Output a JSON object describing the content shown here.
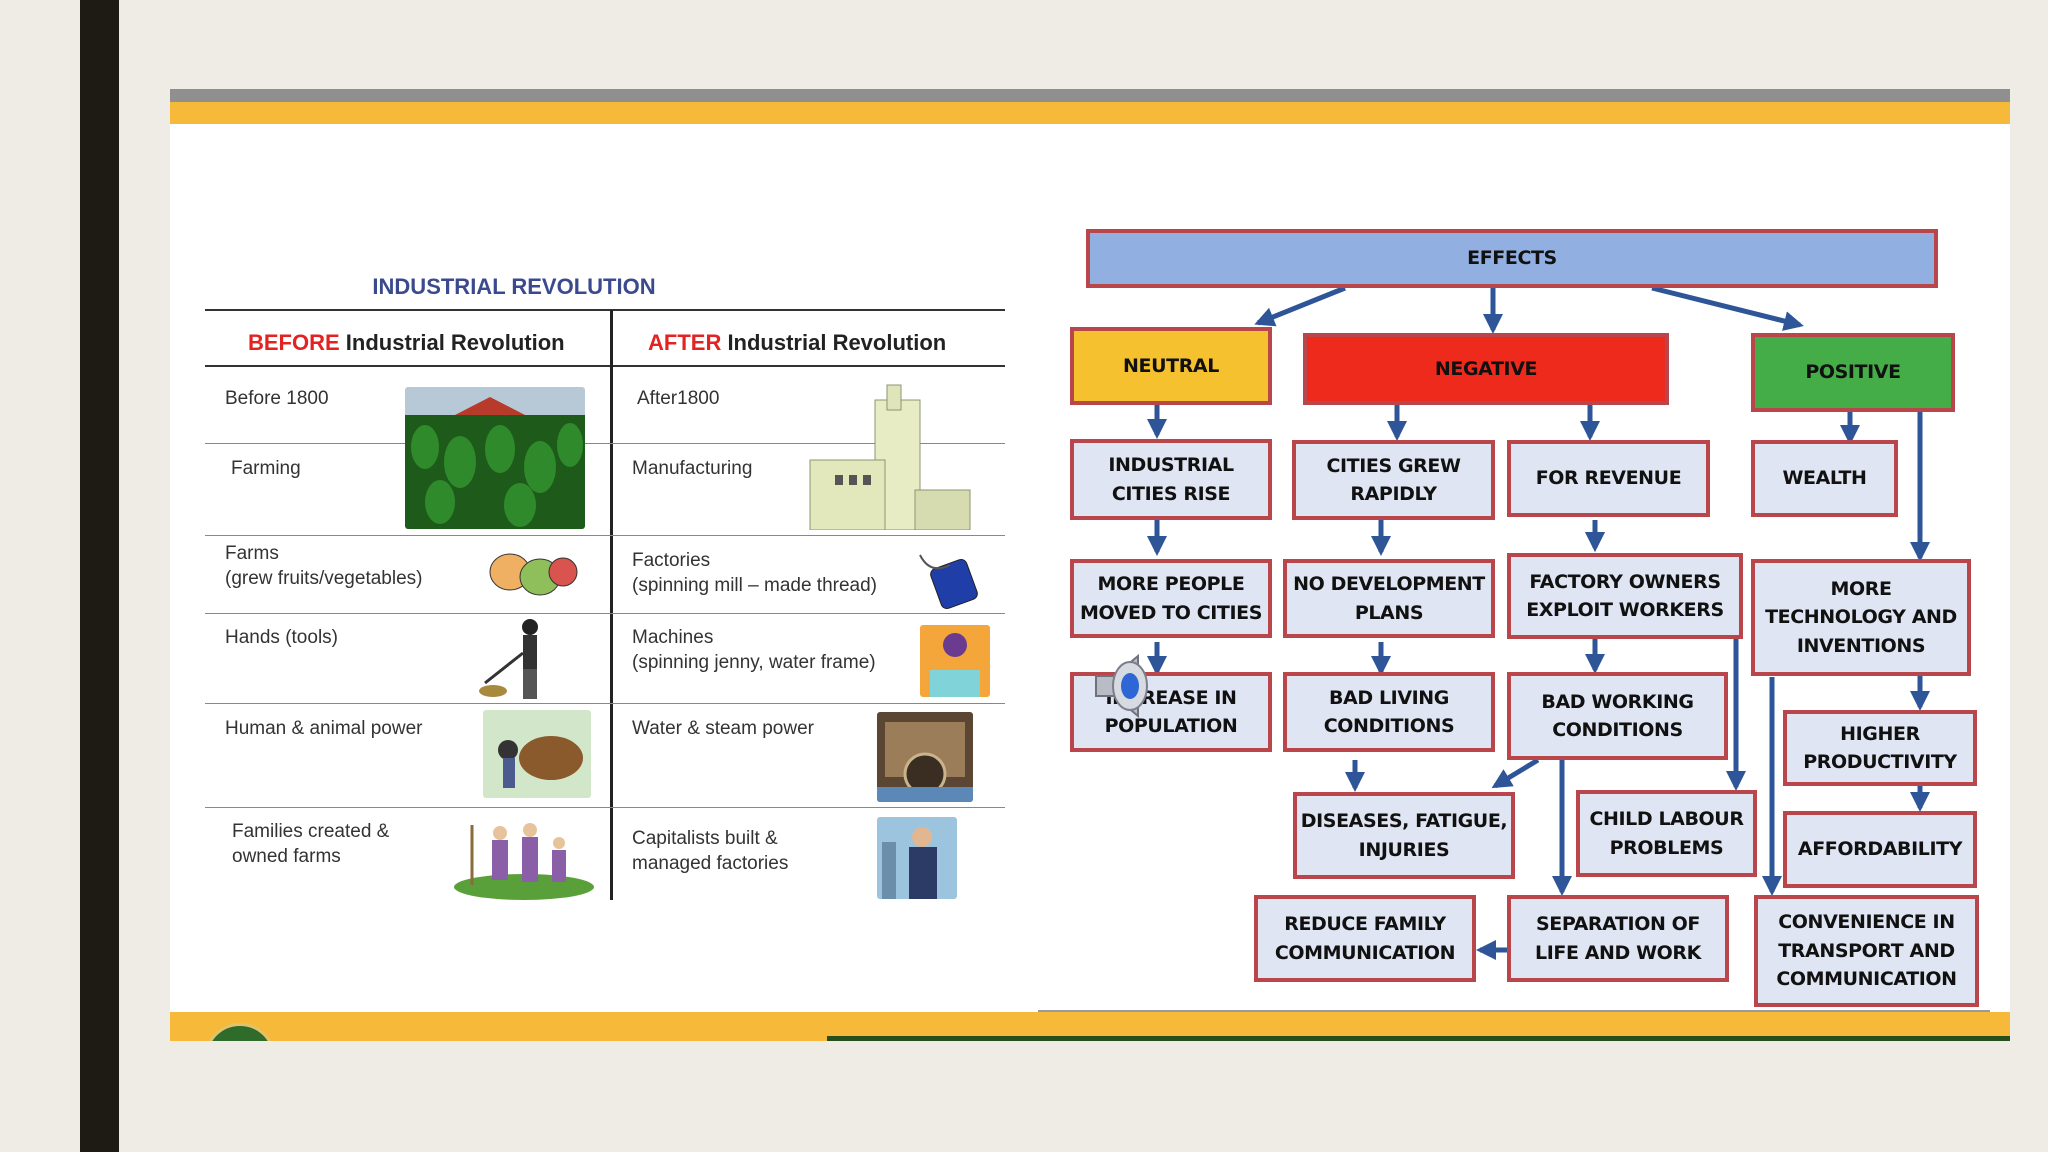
{
  "table": {
    "title": "INDUSTRIAL REVOLUTION",
    "before_header": {
      "emphasis": "BEFORE",
      "rest": " Industrial Revolution"
    },
    "after_header": {
      "emphasis": "AFTER",
      "rest": " Industrial Revolution"
    },
    "rows": [
      {
        "before": "Before 1800",
        "after": "After1800"
      },
      {
        "before": "Farming",
        "after": "Manufacturing"
      },
      {
        "before": "Farms\n(grew fruits/vegetables)",
        "after": "Factories\n(spinning mill – made thread)"
      },
      {
        "before": "Hands (tools)",
        "after": "Machines\n(spinning jenny, water frame)"
      },
      {
        "before": "Human & animal power",
        "after": "Water & steam power"
      },
      {
        "before": "Families created &\nowned farms",
        "after": "Capitalists built &\nmanaged factories"
      }
    ]
  },
  "diagram": {
    "effects": "EFFECTS",
    "neutral": "NEUTRAL",
    "negative": "NEGATIVE",
    "positive": "POSITIVE",
    "industrial_cities": "INDUSTRIAL\nCITIES RISE",
    "cities_grew": "CITIES GREW\nRAPIDLY",
    "for_revenue": "FOR REVENUE",
    "wealth": "WEALTH",
    "more_people": "MORE PEOPLE\nMOVED TO CITIES",
    "no_development": "NO DEVELOPMENT\nPLANS",
    "factory_owners": "FACTORY OWNERS\nEXPLOIT WORKERS",
    "more_technology": "MORE\nTECHNOLOGY AND\nINVENTIONS",
    "increase_population": "INCREASE IN\nPOPULATION",
    "bad_living": "BAD LIVING\nCONDITIONS",
    "bad_working": "BAD WORKING\nCONDITIONS",
    "higher_productivity": "HIGHER\nPRODUCTIVITY",
    "diseases": "DISEASES, FATIGUE,\nINJURIES",
    "child_labour": "CHILD LABOUR\nPROBLEMS",
    "affordability": "AFFORDABILITY",
    "reduce_family": "REDUCE FAMILY\nCOMMUNICATION",
    "separation": "SEPARATION OF\nLIFE AND WORK",
    "convenience": "CONVENIENCE IN\nTRANSPORT AND\nCOMMUNICATION"
  },
  "colors": {
    "effects": "#92afe1",
    "neutral": "#f5c12f",
    "negative": "#ed2a1b",
    "positive": "#45ad47",
    "box_fill": "#dfe5f2",
    "box_border": "#b8464a",
    "arrow": "#2e5597",
    "band_yellow": "#f6b93a",
    "band_gray": "#8f8f8f"
  },
  "icons": [
    "speaker-icon"
  ]
}
